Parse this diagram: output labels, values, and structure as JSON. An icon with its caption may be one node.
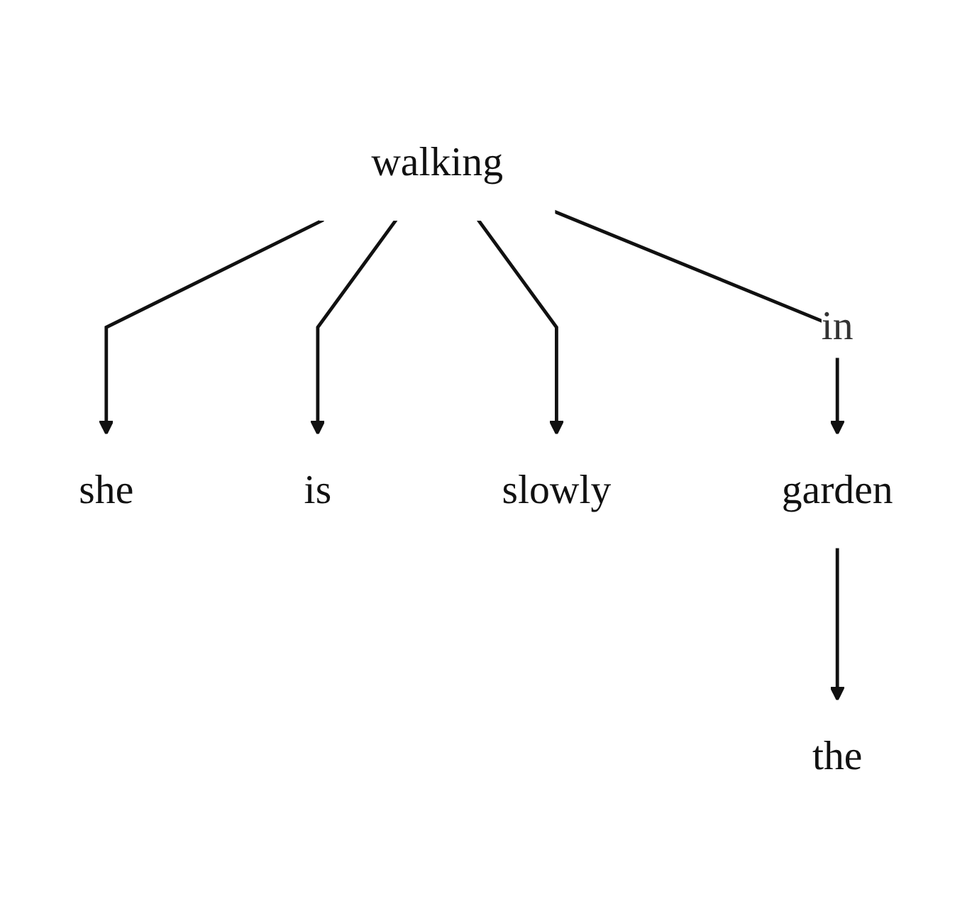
{
  "diagram": {
    "nodes": [
      {
        "text": [
          "walking"
        ]
      },
      {
        "text": [
          "she"
        ]
      },
      {
        "text": [
          "is"
        ]
      },
      {
        "text": [
          "slowly"
        ]
      },
      {
        "text": [
          "garden"
        ]
      },
      {
        "text": [
          "the"
        ]
      }
    ],
    "edges": [
      {
        "from": 0,
        "to": 1,
        "arrow": "to"
      },
      {
        "from": 0,
        "to": 2,
        "arrow": "to"
      },
      {
        "from": 0,
        "to": 3,
        "arrow": "to"
      },
      {
        "from": 0,
        "to": 4,
        "arrow": "to",
        "label": "in"
      },
      {
        "from": 4,
        "to": 5,
        "arrow": "to"
      }
    ]
  }
}
